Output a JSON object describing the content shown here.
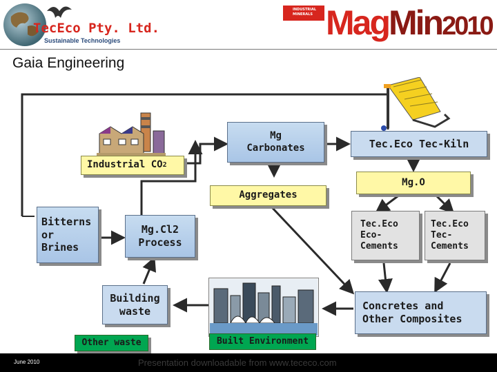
{
  "header": {
    "company_name": "TecEco Pty. Ltd.",
    "company_tagline": "Sustainable Technologies",
    "event_logo_prefix": "Mag",
    "event_logo_mid": "Min",
    "event_logo_year": "2010",
    "event_small_text": "INDUSTRIAL MINERALS"
  },
  "title": "Gaia Engineering",
  "nodes": {
    "industrial_co2": "Industrial CO",
    "industrial_co2_sub": "2",
    "mg_carbonates": "Mg\nCarbonates",
    "tec_kiln": "Tec.Eco Tec-Kiln",
    "mgo": "Mg.O",
    "aggregates": "Aggregates",
    "bitterns": "Bitterns\nor\nBrines",
    "mgcl2": "Mg.Cl2\nProcess",
    "eco_cements": "Tec.Eco\nEco-\nCements",
    "tec_cements": "Tec.Eco\nTec-\nCements",
    "building_waste": "Building\nwaste",
    "concretes": "Concretes and\nOther Composites",
    "other_waste": "Other waste",
    "built_environment": "Built Environment"
  },
  "footer": {
    "date": "June 2010",
    "download": "Presentation downloadable from www.tececo.com"
  },
  "colors": {
    "blue_box": "#a9c5e6",
    "yellow_box": "#fff8a6",
    "green_box": "#00a651",
    "arrow": "#2a2a2a",
    "logo_red": "#d7261e"
  }
}
